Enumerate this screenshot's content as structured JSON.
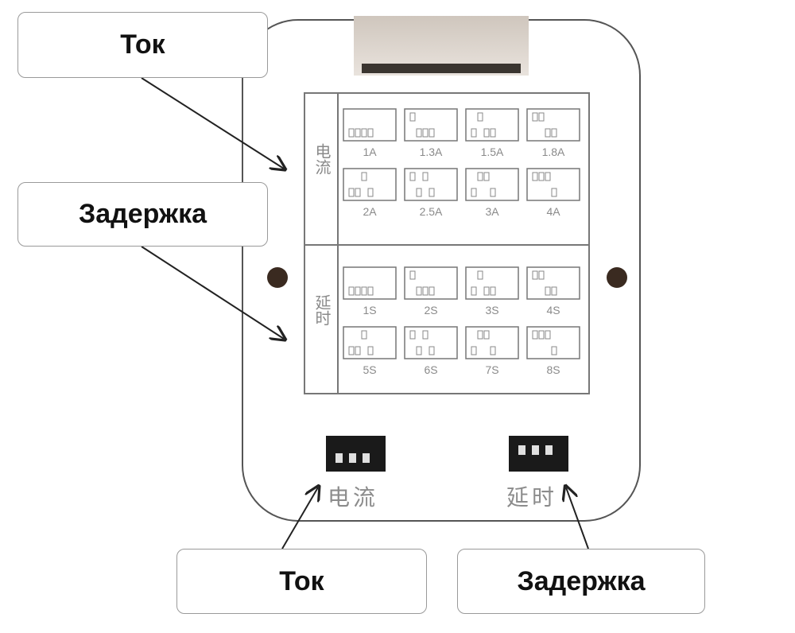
{
  "callouts": {
    "top_left_1": "Ток",
    "top_left_2": "Задержка",
    "bottom_1": "Ток",
    "bottom_2": "Задержка"
  },
  "panel": {
    "current_vertical": "电流",
    "delay_vertical": "延时",
    "current_switch_label": "电流",
    "delay_switch_label": "延时"
  },
  "current_settings": [
    {
      "label": "1A",
      "pattern": [
        0,
        0,
        0,
        0
      ]
    },
    {
      "label": "1.3A",
      "pattern": [
        1,
        0,
        0,
        0
      ]
    },
    {
      "label": "1.5A",
      "pattern": [
        0,
        1,
        0,
        0
      ]
    },
    {
      "label": "1.8A",
      "pattern": [
        1,
        1,
        0,
        0
      ]
    },
    {
      "label": "2A",
      "pattern": [
        0,
        0,
        1,
        0
      ]
    },
    {
      "label": "2.5A",
      "pattern": [
        1,
        0,
        1,
        0
      ]
    },
    {
      "label": "3A",
      "pattern": [
        0,
        1,
        1,
        0
      ]
    },
    {
      "label": "4A",
      "pattern": [
        1,
        1,
        1,
        0
      ]
    }
  ],
  "delay_settings": [
    {
      "label": "1S",
      "pattern": [
        0,
        0,
        0,
        0
      ]
    },
    {
      "label": "2S",
      "pattern": [
        1,
        0,
        0,
        0
      ]
    },
    {
      "label": "3S",
      "pattern": [
        0,
        1,
        0,
        0
      ]
    },
    {
      "label": "4S",
      "pattern": [
        1,
        1,
        0,
        0
      ]
    },
    {
      "label": "5S",
      "pattern": [
        0,
        0,
        1,
        0
      ]
    },
    {
      "label": "6S",
      "pattern": [
        1,
        0,
        1,
        0
      ]
    },
    {
      "label": "7S",
      "pattern": [
        0,
        1,
        1,
        0
      ]
    },
    {
      "label": "8S",
      "pattern": [
        1,
        1,
        1,
        0
      ]
    }
  ]
}
